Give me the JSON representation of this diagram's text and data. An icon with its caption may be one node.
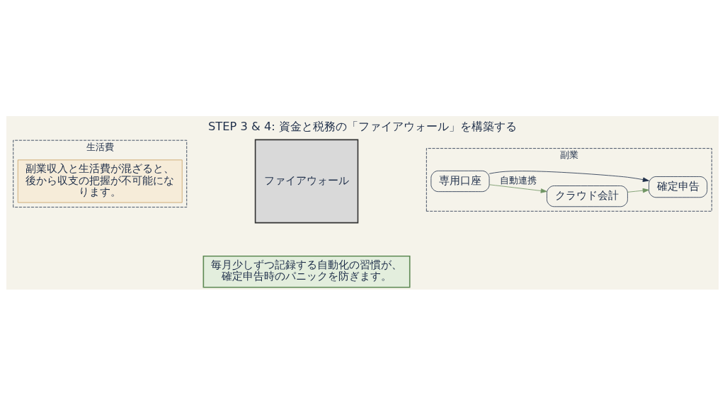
{
  "diagram": {
    "title": "STEP 3 & 4: 資金と税務の「ファイアウォール」を構築する",
    "nodes": [
      {
        "text": [
          "生活費"
        ]
      },
      {
        "text": [
          "副業収入と生活費が混ざると、後から収支の把握が不可能になります。"
        ],
        "in": 0
      },
      {
        "text": [
          "ファイアウォール"
        ]
      },
      {
        "text": [
          "副業"
        ]
      },
      {
        "text": [
          "専用口座"
        ],
        "in": 3
      },
      {
        "text": [
          "クラウド会計"
        ],
        "in": 3
      },
      {
        "text": [
          "確定申告"
        ],
        "in": 3
      },
      {
        "text": [
          "毎月少しずつ記録する自動化の習慣が、確定申告時のパニックを防ぎます。"
        ]
      }
    ],
    "edges": [
      {
        "from": 4,
        "to": 5,
        "arrow": "to",
        "label": "自動連携",
        "color": "#6f9463"
      },
      {
        "from": 5,
        "to": 6,
        "arrow": "to",
        "color": "#6f9463"
      },
      {
        "from": 4,
        "to": 6,
        "arrow": "to",
        "color": "#1f2f4a"
      }
    ]
  }
}
